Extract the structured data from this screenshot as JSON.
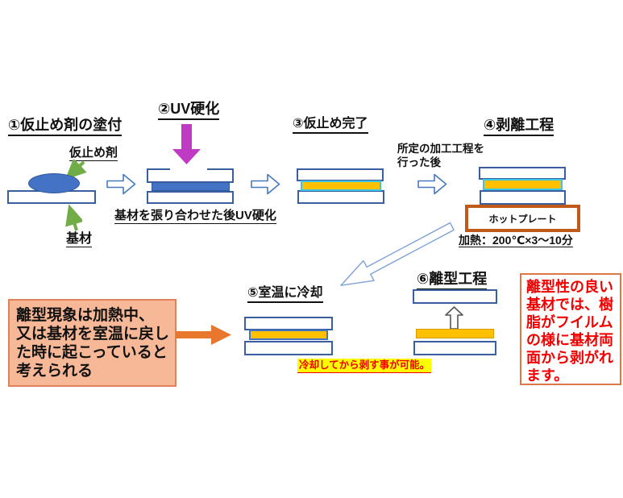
{
  "colors": {
    "rect_border": "#3a5f9e",
    "fill_blue": "#4472c4",
    "fill_yellow": "#ffc000",
    "cyan_border": "#3bc6e8",
    "green_arrow": "#70ad47",
    "magenta_arrow": "#c03bc4",
    "orange_arrow": "#e8762d",
    "hotplate_border": "#c05a1a",
    "pink_fill": "#f6b896",
    "pink_border": "#e0815e",
    "red_text": "#f20000",
    "redbox_border": "#dd7745",
    "highlight_yellow": "#ffff00",
    "hollow_arrow_blue": "#4879bd",
    "diag_arrow_blue": "#7da2d8",
    "uparrow_gray": "#555555"
  },
  "steps": {
    "s1": {
      "title": "①仮止め剤の塗付",
      "label_agent": "仮止め剤",
      "label_substrate": "基材"
    },
    "s2": {
      "title": "②UV硬化",
      "caption": "基材を張り合わせた後UV硬化"
    },
    "s3": {
      "title": "③仮止め完了"
    },
    "s4": {
      "title": "④剥離工程",
      "pre_line1": "所定の加工工程を",
      "pre_line2": "行った後",
      "hotplate": "ホットプレート",
      "heat": "加熱：200℃×3～10分"
    },
    "s5": {
      "title": "⑤室温に冷却",
      "note": "冷却してから剥す事が可能。"
    },
    "s6": {
      "title": "⑥離型工程"
    }
  },
  "notes": {
    "mechanism": {
      "lines": [
        "離型現象は加熱中、",
        "又は基材を室温に戻し",
        "た時に起こっていると",
        "考えられる"
      ]
    },
    "film": {
      "lines": [
        "離型性の良い",
        "基材では、樹",
        "脂がフイルム",
        "の様に基材両",
        "面から剥がれ",
        "ます。"
      ]
    }
  }
}
